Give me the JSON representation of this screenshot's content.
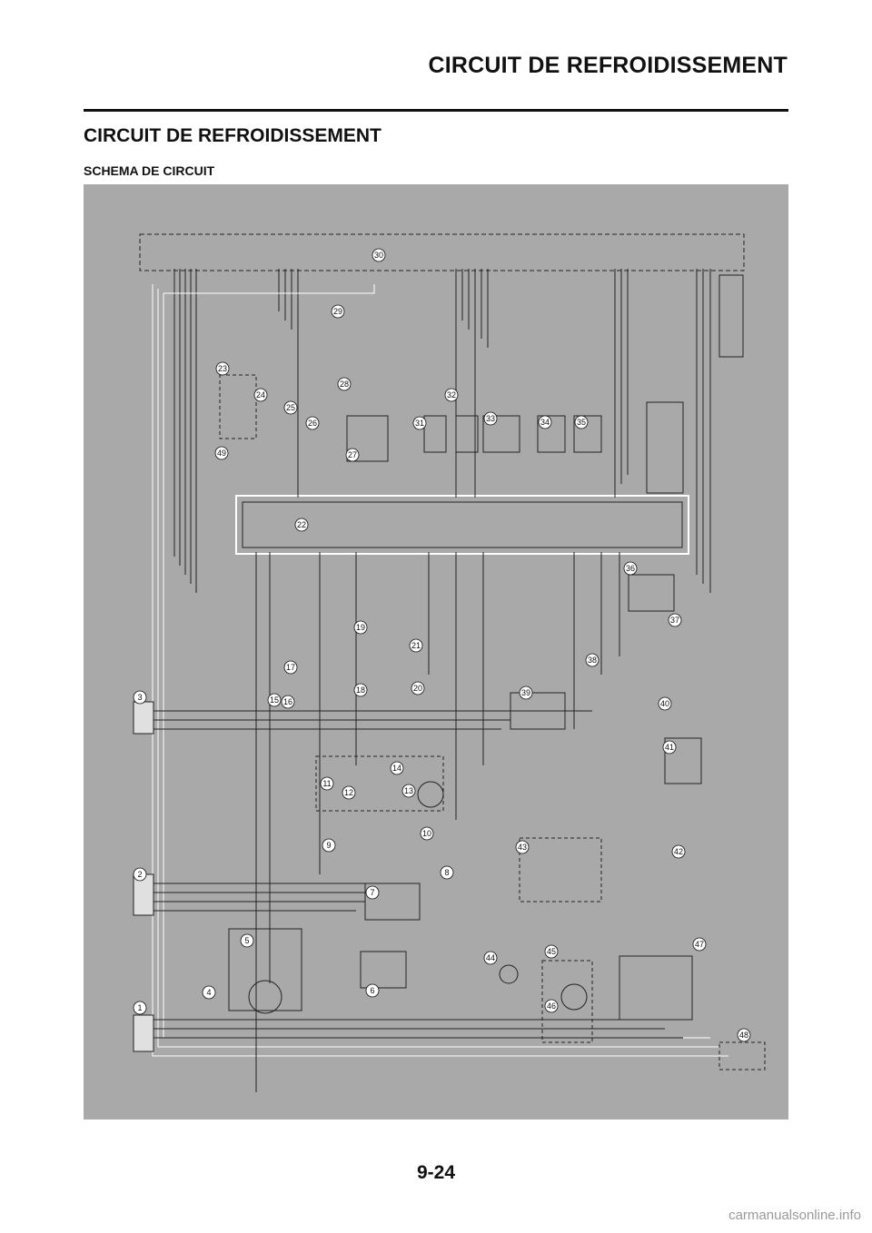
{
  "page": {
    "header_title": "CIRCUIT DE REFROIDISSEMENT",
    "section_title": "CIRCUIT DE REFROIDISSEMENT",
    "subsection_title": "SCHEMA DE CIRCUIT",
    "page_number": "9-24",
    "watermark": "carmanualsonline.info"
  },
  "diagram": {
    "callouts": [
      "1",
      "2",
      "3",
      "4",
      "5",
      "6",
      "7",
      "8",
      "9",
      "10",
      "11",
      "12",
      "13",
      "14",
      "15",
      "16",
      "17",
      "18",
      "19",
      "20",
      "21",
      "22",
      "23",
      "24",
      "25",
      "26",
      "27",
      "28",
      "29",
      "30",
      "31",
      "32",
      "33",
      "34",
      "35",
      "36",
      "37",
      "38",
      "39",
      "40",
      "41",
      "42",
      "43",
      "44",
      "45",
      "46",
      "47",
      "48",
      "49"
    ]
  }
}
